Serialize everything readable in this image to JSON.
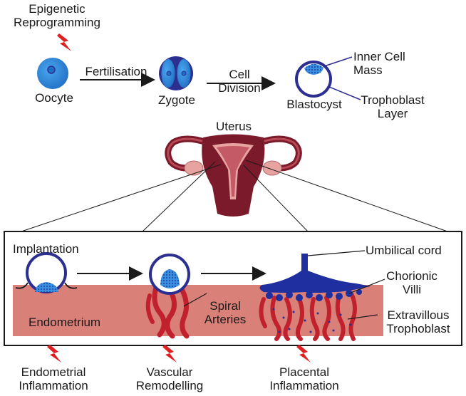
{
  "colors": {
    "cell_blue": "#2a7fd4",
    "cell_outline": "#2c2f8f",
    "uterus_dark": "#7a1a2a",
    "uterus_pink": "#e7a3a0",
    "endometrium": "#d98078",
    "artery_red": "#c0212d",
    "lightning_red": "#e02020",
    "placenta_blue": "#1f2fa0"
  },
  "labels": {
    "epigenetic": "Epigenetic\nReprogramming",
    "oocyte": "Oocyte",
    "fertilisation": "Fertilisation",
    "zygote": "Zygote",
    "cell_division": "Cell\nDivision",
    "blastocyst": "Blastocyst",
    "inner_cell_mass": "Inner Cell\nMass",
    "trophoblast_layer": "Trophoblast\nLayer",
    "uterus": "Uterus",
    "implantation": "Implantation",
    "endometrium": "Endometrium",
    "spiral_arteries": "Spiral\nArteries",
    "umbilical_cord": "Umbilical cord",
    "chorionic_villi": "Chorionic\nVilli",
    "extravillous": "Extravillous\nTrophoblast",
    "endometrial_inflammation": "Endometrial\nInflammation",
    "vascular_remodelling": "Vascular\nRemodelling",
    "placental_inflammation": "Placental\nInflammation"
  },
  "icons": [
    "lightning-bolt-icon",
    "arrow-right-icon"
  ]
}
